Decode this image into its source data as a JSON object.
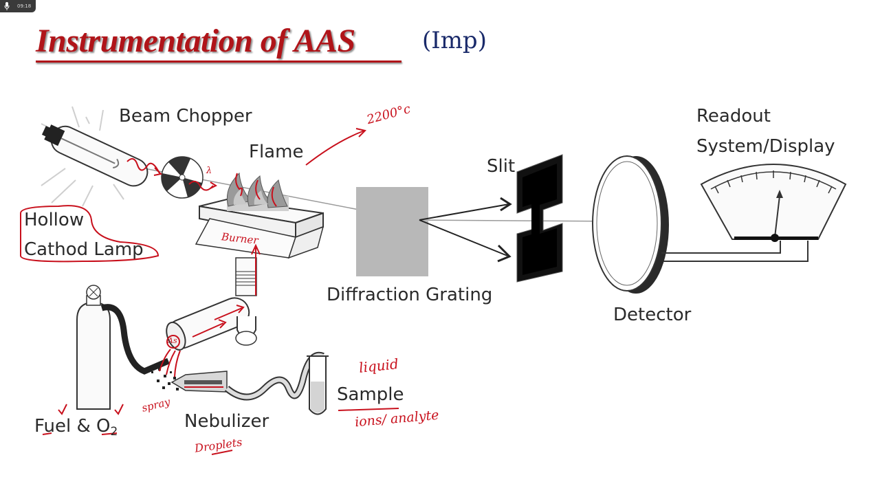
{
  "recorder": {
    "time": "09:18",
    "mic_icon": "microphone-icon"
  },
  "title": "Instrumentation of AAS",
  "annotation_imp": "(Imp)",
  "labels": {
    "beam_chopper": "Beam Chopper",
    "flame": "Flame",
    "slit": "Slit",
    "readout": "Readout",
    "system_display": "System/Display",
    "hollow": "Hollow",
    "cathod_lamp": "Cathod Lamp",
    "diffraction_grating": "Diffraction Grating",
    "detector": "Detector",
    "fuel_o2": "Fuel & O",
    "o2_subscript": "2",
    "nebulizer": "Nebulizer",
    "sample": "Sample"
  },
  "handwritten": {
    "temperature": "2200°c",
    "burner": "Burner",
    "liquid": "liquid",
    "ions_analyte": "ions/ analyte",
    "spray": "spray",
    "droplets": "Droplets",
    "lambda": "λ",
    "as": "As"
  },
  "colors": {
    "title": "#b01419",
    "annotation_red": "#c8101c",
    "annotation_blue": "#1a2a6a",
    "grating": "#b8b8b8"
  }
}
